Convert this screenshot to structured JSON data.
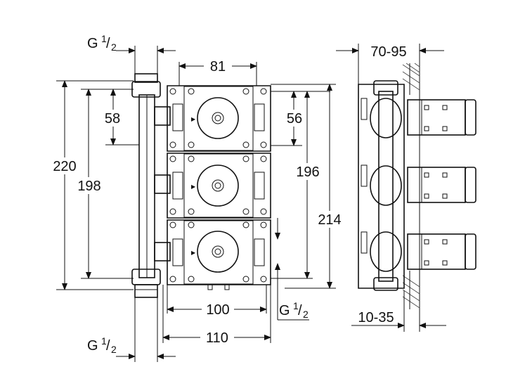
{
  "drawing": {
    "dimensions": {
      "width_outer": "110",
      "width_inner": "100",
      "spacing_top": "81",
      "height_outer_left": "220",
      "height_inner_left": "198",
      "offset_left": "58",
      "offset_right": "56",
      "height_inner_right": "196",
      "height_outer_right": "214",
      "depth_range": "70-95",
      "wall_range": "10-35"
    },
    "threads": {
      "prefix": "G",
      "numerator": "1",
      "slash": "/",
      "denominator": "2"
    },
    "colors": {
      "line": "#111111",
      "background": "#ffffff"
    }
  }
}
